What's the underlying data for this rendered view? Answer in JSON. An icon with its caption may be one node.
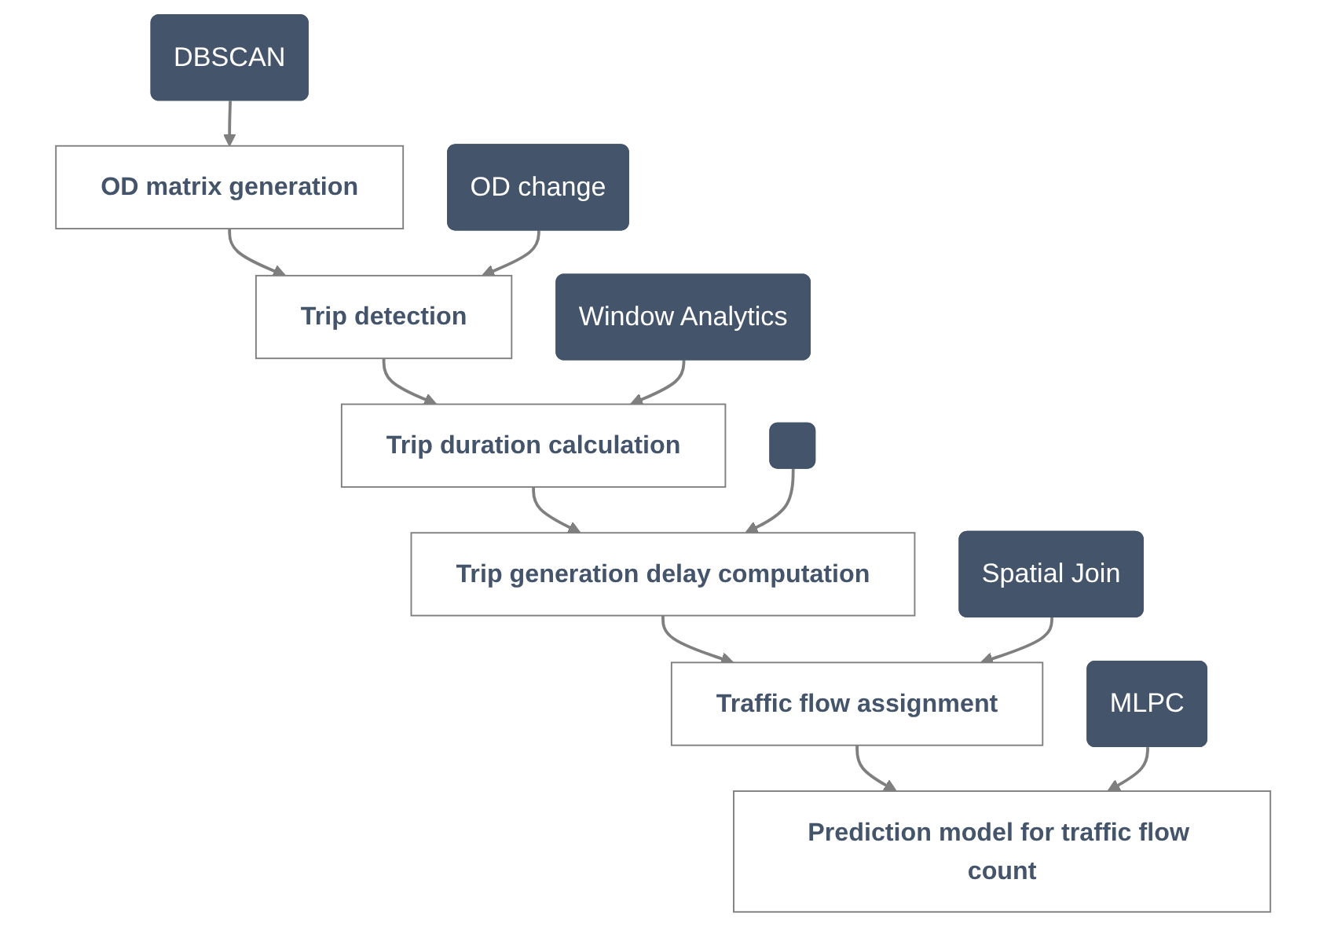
{
  "diagram": {
    "nodes": [
      {
        "text": [
          "DBSCAN"
        ]
      },
      {
        "text": [
          "OD matrix generation"
        ]
      },
      {
        "text": [
          "OD change"
        ]
      },
      {
        "text": [
          "Trip detection"
        ]
      },
      {
        "text": [
          "Window Analytics"
        ]
      },
      {
        "text": [
          "Trip duration calculation"
        ]
      },
      {
        "text": [],
        "shape": "box"
      },
      {
        "text": [
          "Trip generation delay computation"
        ]
      },
      {
        "text": [
          "Spatial Join"
        ]
      },
      {
        "text": [
          "Traffic flow assignment"
        ]
      },
      {
        "text": [
          "MLPC"
        ]
      },
      {
        "text": [
          "Prediction model for traffic flow count"
        ]
      }
    ],
    "edges": [
      {
        "from": 0,
        "to": 1,
        "arrow": "to"
      },
      {
        "from": 1,
        "to": 3,
        "arrow": "to"
      },
      {
        "from": 2,
        "to": 3,
        "arrow": "to"
      },
      {
        "from": 3,
        "to": 5,
        "arrow": "to"
      },
      {
        "from": 4,
        "to": 5,
        "arrow": "to"
      },
      {
        "from": 5,
        "to": 7,
        "arrow": "to"
      },
      {
        "from": 6,
        "to": 7,
        "arrow": "to"
      },
      {
        "from": 7,
        "to": 9,
        "arrow": "to"
      },
      {
        "from": 8,
        "to": 9,
        "arrow": "to"
      },
      {
        "from": 9,
        "to": 11,
        "arrow": "to"
      },
      {
        "from": 10,
        "to": 11,
        "arrow": "to"
      }
    ]
  }
}
